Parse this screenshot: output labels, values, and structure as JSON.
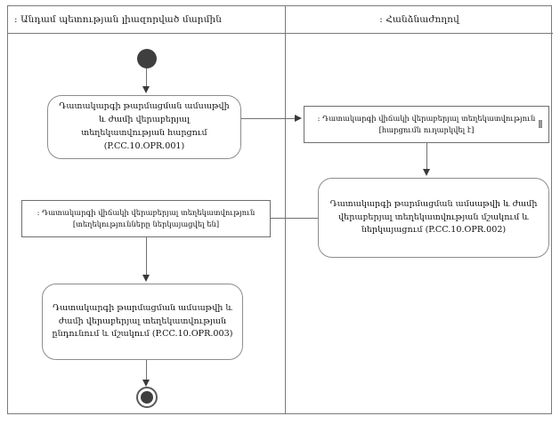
{
  "diagram": {
    "type": "uml-activity-diagram",
    "frame": {
      "border_color": "#7a7a7a"
    },
    "partitions": [
      {
        "id": "applicant",
        "label": ": Անդամ պետության լիազորված մարմին",
        "align": "left"
      },
      {
        "id": "commission",
        "label": ": Հանձնաժողով",
        "align": "center"
      }
    ],
    "nodes": {
      "initial": {
        "name": "initial-node",
        "shape": "filled-circle"
      },
      "final": {
        "name": "final-node",
        "shape": "circle-in-ring"
      },
      "act_opr001": {
        "kind": "action",
        "text": "Դատակարգի թարմացման ամսաթվի և ժամի վերաբերյալ տեղեկատվության հարցում (P.CC.10.OPR.001)",
        "code": "P.CC.10.OPR.001"
      },
      "obj_right": {
        "kind": "object-node",
        "text": ": Դատակարգի վիճակի վերաբերյալ տեղեկատվություն [հարցումն ուղարկվել է]",
        "state": "հարցումն ուղարկվել է",
        "note_glyph": "note-icon"
      },
      "act_opr002": {
        "kind": "action",
        "text": "Դատակարգի թարմացման ամսաթվի և ժամի վերաբերյալ տեղեկատվության մշակում և ներկայացում (P.CC.10.OPR.002)",
        "code": "P.CC.10.OPR.002"
      },
      "obj_left": {
        "kind": "object-node",
        "text": ": Դատակարգի վիճակի վերաբերյալ տեղեկատվություն [տեղեկությունները ներկայացվել են]",
        "state": "տեղեկությունները ներկայացվել են"
      },
      "act_opr003": {
        "kind": "action",
        "text": "Դատակարգի թարմացման ամսաթվի և ժամի վերաբերյալ տեղեկատվության ընդունում և մշակում (P.CC.10.OPR.003)",
        "code": "P.CC.10.OPR.003"
      }
    },
    "edges": [
      {
        "from": "initial",
        "to": "act_opr001",
        "direction": "down"
      },
      {
        "from": "act_opr001",
        "to": "obj_right",
        "direction": "right"
      },
      {
        "from": "obj_right",
        "to": "act_opr002",
        "direction": "down"
      },
      {
        "from": "act_opr002",
        "to": "obj_left",
        "direction": "left"
      },
      {
        "from": "obj_left",
        "to": "act_opr003",
        "direction": "down"
      },
      {
        "from": "act_opr003",
        "to": "final",
        "direction": "down"
      }
    ],
    "colors": {
      "line": "#707070",
      "arrow": "#3a3a3a",
      "node_border": "#8d8d8d",
      "object_border": "#6e6e6e",
      "node_fill": "#ffffff",
      "token_fill": "#3f3f3f"
    }
  }
}
